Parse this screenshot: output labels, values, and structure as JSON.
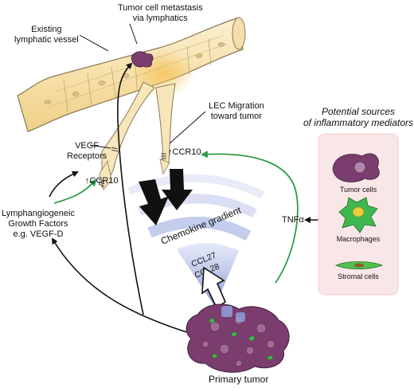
{
  "labels": {
    "existing_vessel": [
      "Existing",
      "lymphatic vessel"
    ],
    "metastasis": [
      "Tumor cell metastasis",
      "via lymphatics"
    ],
    "lec_migration": [
      "LEC Migration",
      "toward tumor"
    ],
    "vegf_receptors": [
      "VEGF",
      "Receptors"
    ],
    "ccr10_left": "CCR10",
    "ccr10_right": "CCR10",
    "growth_factors": [
      "Lymphangiogeneic",
      "Growth Factors",
      "e.g. VEGF-D"
    ],
    "chemokine_gradient": "Chemokine gradient",
    "chemokines": [
      "CCL27",
      "CCL28"
    ],
    "tnf": "TNFα",
    "primary_tumor": "Primary tumor"
  },
  "sources_panel": {
    "title": [
      "Potential sources",
      "of inflammatory mediators"
    ],
    "items": [
      "Tumor cells",
      "Macrophages",
      "Stromal cells"
    ]
  },
  "colors": {
    "vessel_fill": "#f7e3b5",
    "vessel_stroke": "#8a7a55",
    "tumor_purple": "#7a3d6e",
    "green_arrow": "#2e9b48",
    "panel_bg": "#f9e6e6",
    "gradient_blue": "#9aa9dc"
  }
}
